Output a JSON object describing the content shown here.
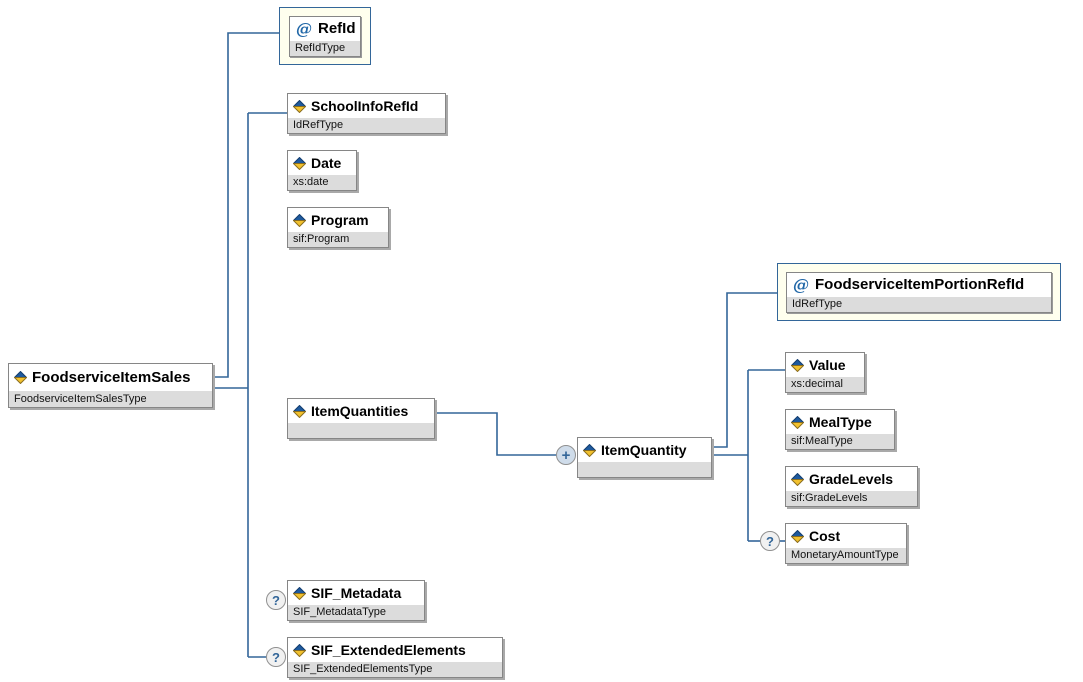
{
  "glyphs": {
    "attribute": "@",
    "repeat": "+",
    "optional": "?"
  },
  "colors": {
    "connector_line": "#336699",
    "node_border": "#868686",
    "type_row_bg": "#dcdcdc",
    "attribute_container_bg": "#ffffee",
    "attribute_container_border": "#336699",
    "icon_blue": "#1f5a9e",
    "icon_gold": "#f2c12e"
  },
  "nodes": {
    "root": {
      "label": "FoodserviceItemSales",
      "type": "FoodserviceItemSalesType"
    },
    "refid": {
      "label": "RefId",
      "type": "RefIdType"
    },
    "school_info_refid": {
      "label": "SchoolInfoRefId",
      "type": "IdRefType"
    },
    "date": {
      "label": "Date",
      "type": "xs:date"
    },
    "program": {
      "label": "Program",
      "type": "sif:Program"
    },
    "item_quantities": {
      "label": "ItemQuantities",
      "type": ""
    },
    "item_quantity": {
      "label": "ItemQuantity",
      "type": ""
    },
    "foodservice_item_portion_refid": {
      "label": "FoodserviceItemPortionRefId",
      "type": "IdRefType"
    },
    "value": {
      "label": "Value",
      "type": "xs:decimal"
    },
    "meal_type": {
      "label": "MealType",
      "type": "sif:MealType"
    },
    "grade_levels": {
      "label": "GradeLevels",
      "type": "sif:GradeLevels"
    },
    "cost": {
      "label": "Cost",
      "type": "MonetaryAmountType"
    },
    "sif_metadata": {
      "label": "SIF_Metadata",
      "type": "SIF_MetadataType"
    },
    "sif_extended_elements": {
      "label": "SIF_ExtendedElements",
      "type": "SIF_ExtendedElementsType"
    }
  }
}
